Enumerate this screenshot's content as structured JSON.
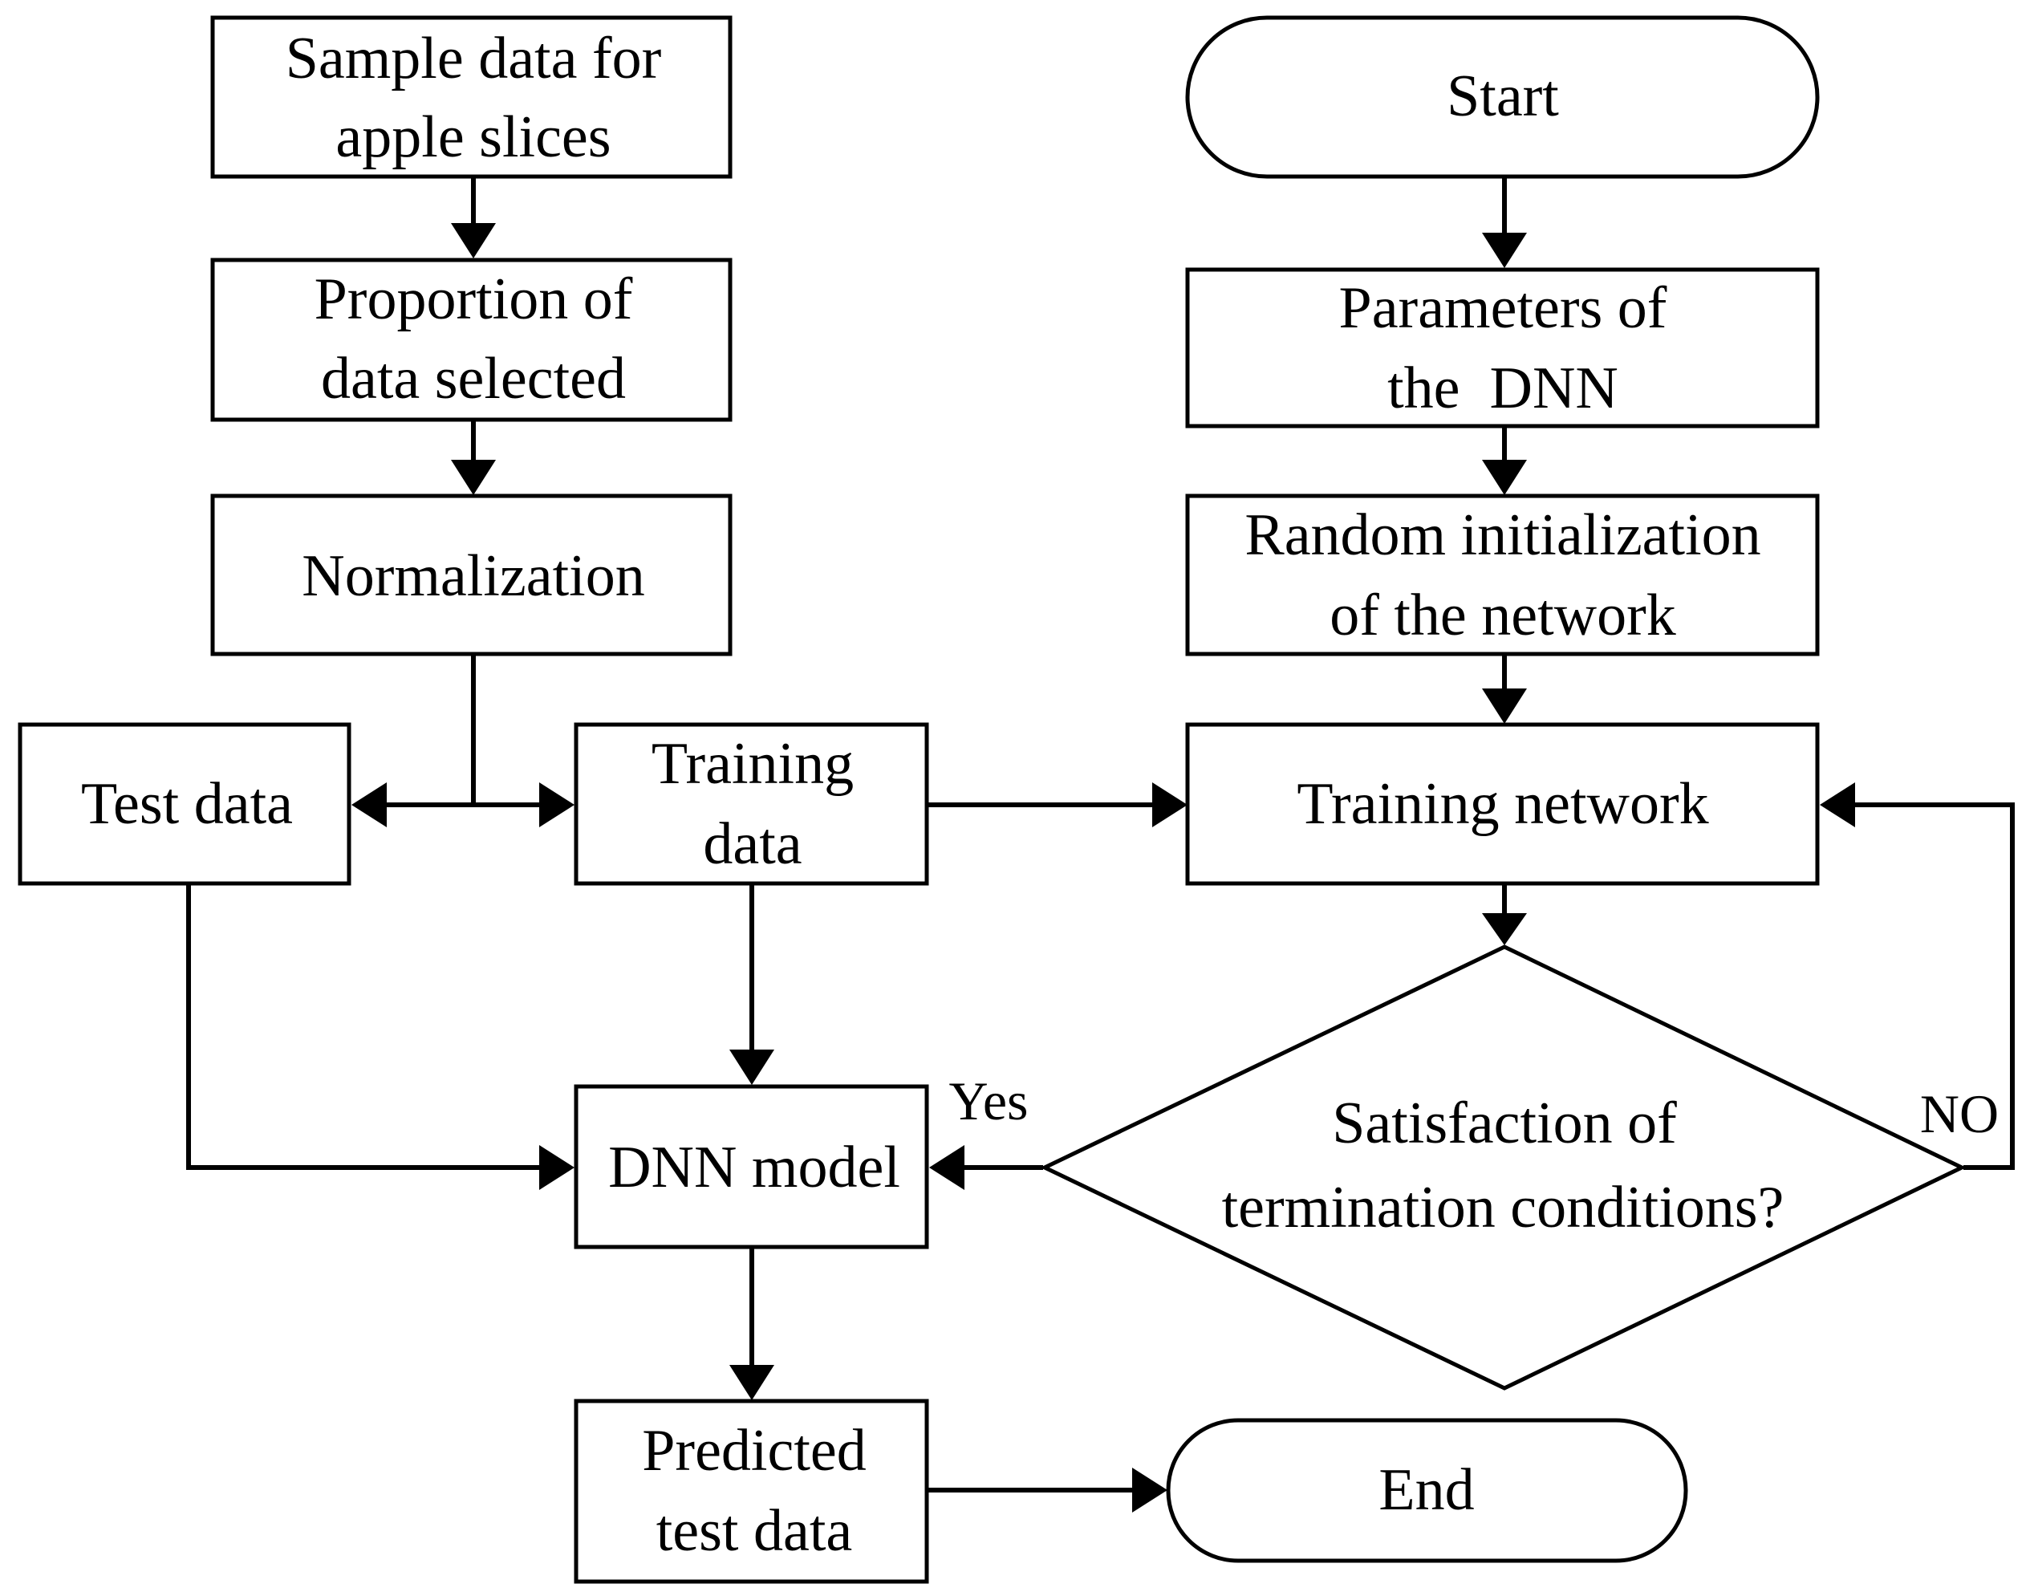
{
  "nodes": {
    "sample_data": {
      "lines": [
        "Sample data for",
        "apple slices"
      ]
    },
    "proportion": {
      "lines": [
        "Proportion of",
        "data selected"
      ]
    },
    "normalization": {
      "lines": [
        "Normalization"
      ]
    },
    "test_data": {
      "lines": [
        "Test data"
      ]
    },
    "training_data": {
      "lines": [
        "Training",
        "data"
      ]
    },
    "dnn_model": {
      "lines": [
        "DNN model"
      ]
    },
    "predicted": {
      "lines": [
        "Predicted",
        "test data"
      ]
    },
    "start": {
      "lines": [
        "Start"
      ]
    },
    "parameters": {
      "lines": [
        "Parameters of",
        "the  DNN"
      ]
    },
    "random_init": {
      "lines": [
        "Random initialization",
        "of the network"
      ]
    },
    "training_network": {
      "lines": [
        "Training network"
      ]
    },
    "decision": {
      "lines": [
        "Satisfaction of",
        "termination conditions?"
      ]
    },
    "end": {
      "lines": [
        "End"
      ]
    }
  },
  "edge_labels": {
    "yes": "Yes",
    "no": "NO"
  }
}
